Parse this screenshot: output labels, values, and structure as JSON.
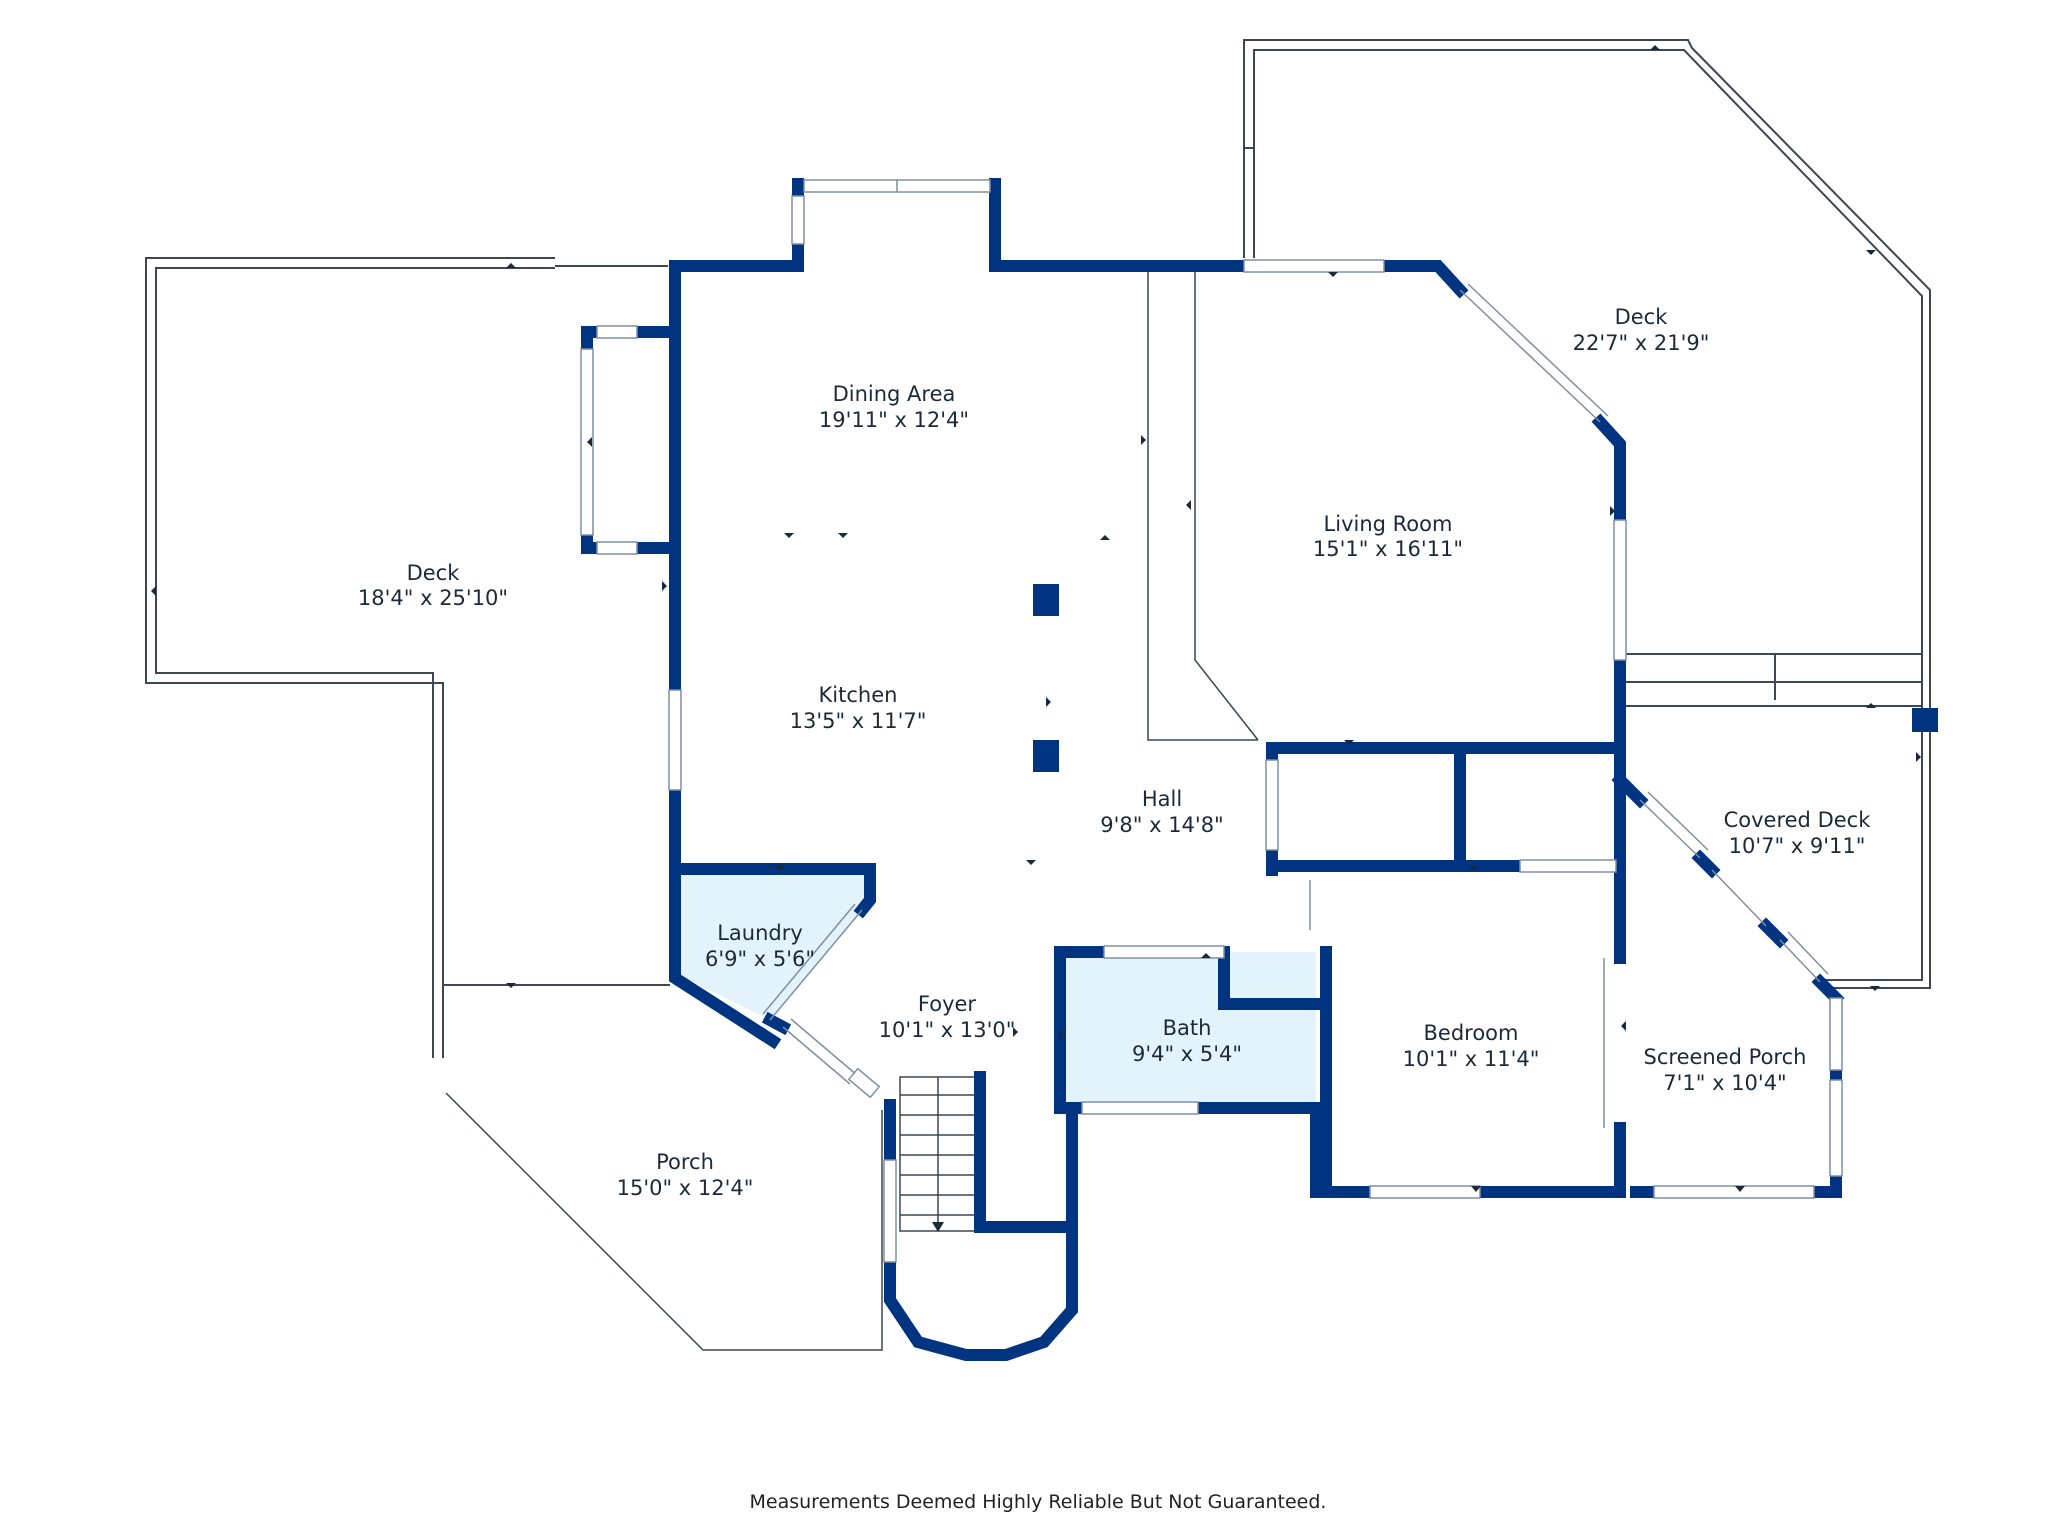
{
  "colors": {
    "wall": "#003380",
    "highlight_fill": "#e3f3fc",
    "thin_line": "#3c4654",
    "window_line": "#7f8fa3",
    "text": "#1b2a3a"
  },
  "rooms": [
    {
      "id": "deck-left",
      "name": "Deck",
      "dims": "18'4\" x 25'10\""
    },
    {
      "id": "dining-area",
      "name": "Dining Area",
      "dims": "19'11\" x 12'4\""
    },
    {
      "id": "living-room",
      "name": "Living Room",
      "dims": "15'1\" x 16'11\""
    },
    {
      "id": "deck-right",
      "name": "Deck",
      "dims": "22'7\" x 21'9\""
    },
    {
      "id": "kitchen",
      "name": "Kitchen",
      "dims": "13'5\" x 11'7\""
    },
    {
      "id": "hall",
      "name": "Hall",
      "dims": "9'8\" x 14'8\""
    },
    {
      "id": "covered-deck",
      "name": "Covered Deck",
      "dims": "10'7\" x 9'11\""
    },
    {
      "id": "laundry",
      "name": "Laundry",
      "dims": "6'9\" x 5'6\""
    },
    {
      "id": "foyer",
      "name": "Foyer",
      "dims": "10'1\" x 13'0\""
    },
    {
      "id": "bath",
      "name": "Bath",
      "dims": "9'4\" x 5'4\""
    },
    {
      "id": "bedroom",
      "name": "Bedroom",
      "dims": "10'1\" x 11'4\""
    },
    {
      "id": "screened-porch",
      "name": "Screened Porch",
      "dims": "7'1\" x 10'4\""
    },
    {
      "id": "porch",
      "name": "Porch",
      "dims": "15'0\" x 12'4\""
    }
  ],
  "disclaimer": "Measurements Deemed Highly Reliable But Not Guaranteed."
}
